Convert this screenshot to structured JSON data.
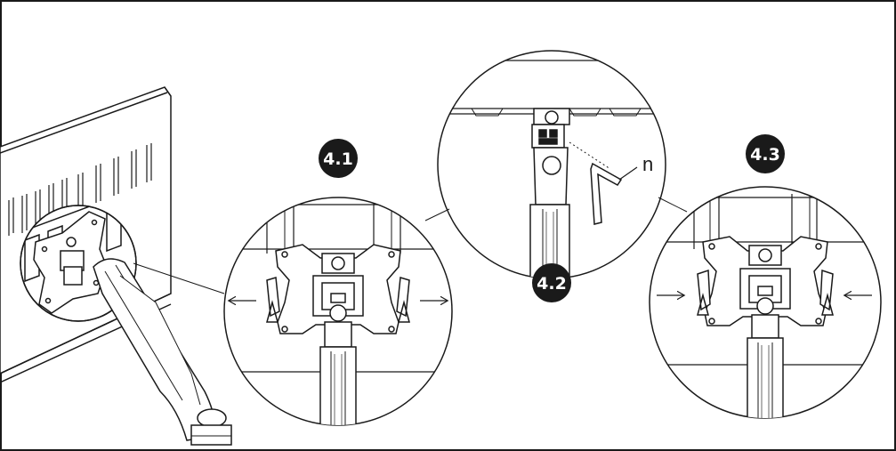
{
  "steps": [
    {
      "id": "4.1",
      "label": "4.1"
    },
    {
      "id": "4.2",
      "label": "4.2"
    },
    {
      "id": "4.3",
      "label": "4.3"
    }
  ],
  "part_label": "n",
  "colors": {
    "line": "#1a1a1a",
    "badge_fill": "#1a1a1a",
    "badge_text": "#ffffff",
    "background": "#ffffff",
    "hatch": "#444444"
  },
  "icons": {
    "arrow_out": "arrow-outward-icon",
    "arrow_in": "arrow-inward-icon",
    "hex_key": "allen-key-icon"
  }
}
